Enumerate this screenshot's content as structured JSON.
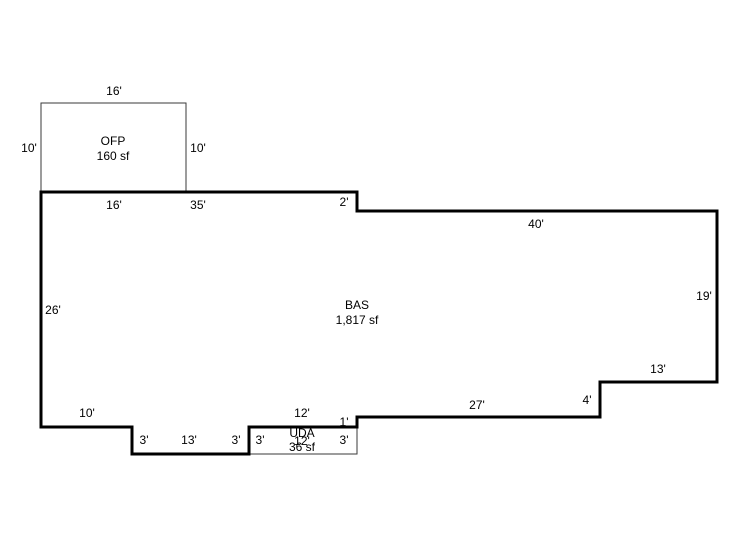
{
  "areas": {
    "ofp": {
      "name": "OFP",
      "area": "160 sf",
      "top": "16'",
      "left": "10'",
      "right": "10'",
      "bottom": "16'"
    },
    "bas": {
      "name": "BAS",
      "area": "1,817 sf",
      "top_a": "35'",
      "step_top": "2'",
      "top_b": "40'",
      "right": "19'",
      "step_right": "13'",
      "step_right_v": "4'",
      "bottom_a": "27'",
      "step_bottom": "1'",
      "bottom_b": "12'",
      "notch_right": "3'",
      "notch_bottom": "13'",
      "notch_left": "3'",
      "bottom_c": "10'",
      "left": "26'"
    },
    "uda": {
      "name": "UDA",
      "area": "36 sf",
      "bottom": "12'",
      "left": "3'",
      "right": "3'"
    }
  }
}
